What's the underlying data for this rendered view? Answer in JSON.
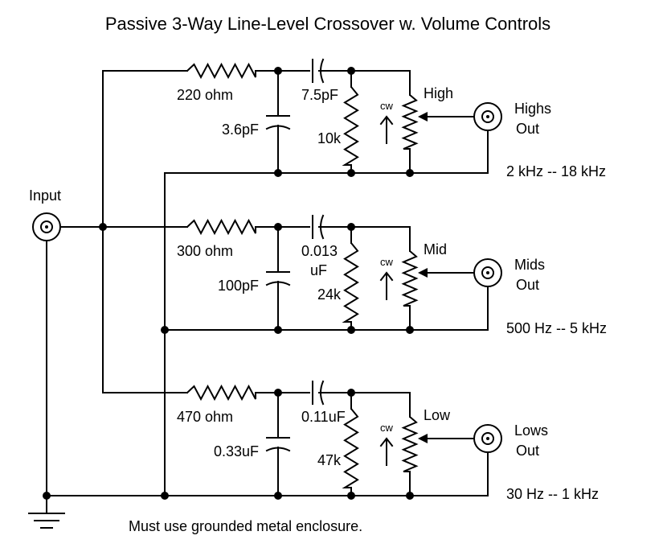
{
  "title": "Passive 3-Way Line-Level Crossover w. Volume Controls",
  "input_label": "Input",
  "note": "Must use grounded metal enclosure.",
  "stages": [
    {
      "resistor": "220 ohm",
      "shunt_cap": "3.6pF",
      "series_cap": "7.5pF",
      "series_cap_line2": "",
      "load_resistor": "10k",
      "pot_label": "High",
      "cw": "cw",
      "output_line1": "Highs",
      "output_line2": "Out",
      "freq_range": "2 kHz -- 18 kHz"
    },
    {
      "resistor": "300 ohm",
      "shunt_cap": "100pF",
      "series_cap": "0.013",
      "series_cap_line2": "uF",
      "load_resistor": "24k",
      "pot_label": "Mid",
      "cw": "cw",
      "output_line1": "Mids",
      "output_line2": "Out",
      "freq_range": "500 Hz --  5 kHz"
    },
    {
      "resistor": "470 ohm",
      "shunt_cap": "0.33uF",
      "series_cap": "0.11uF",
      "series_cap_line2": "",
      "load_resistor": "47k",
      "pot_label": "Low",
      "cw": "cw",
      "output_line1": "Lows",
      "output_line2": "Out",
      "freq_range": "30 Hz -- 1 kHz"
    }
  ]
}
